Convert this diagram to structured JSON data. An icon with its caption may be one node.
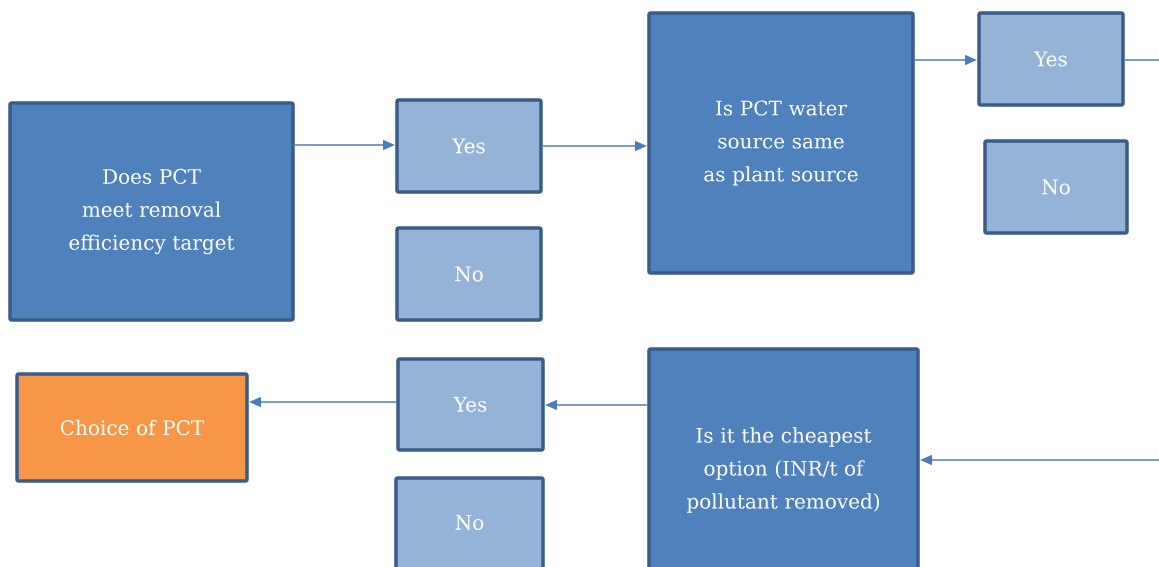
{
  "diagram": {
    "nodes": [
      {
        "text": [
          "Does PCT meet removal efficiency target"
        ]
      },
      {
        "text": [
          "Yes"
        ]
      },
      {
        "text": [
          "No"
        ]
      },
      {
        "text": [
          "Is PCT water source same as plant source"
        ]
      },
      {
        "text": [
          "Yes"
        ]
      },
      {
        "text": [
          "No"
        ]
      },
      {
        "text": [
          "Choice of PCT"
        ]
      },
      {
        "text": [
          "Yes"
        ]
      },
      {
        "text": [
          "No"
        ]
      },
      {
        "text": [
          "Is it the cheapest option (INR/t of pollutant removed)"
        ]
      }
    ],
    "edges": [
      {
        "from": 0,
        "to": 1,
        "arrow": "to"
      },
      {
        "from": 1,
        "to": 3,
        "arrow": "to"
      },
      {
        "from": 3,
        "to": 4,
        "arrow": "to"
      },
      {
        "from": 4,
        "to": null,
        "arrow": "none"
      },
      {
        "from": null,
        "to": 9,
        "arrow": "to"
      },
      {
        "from": 9,
        "to": 7,
        "arrow": "to"
      },
      {
        "from": 7,
        "to": 6,
        "arrow": "to"
      }
    ]
  }
}
